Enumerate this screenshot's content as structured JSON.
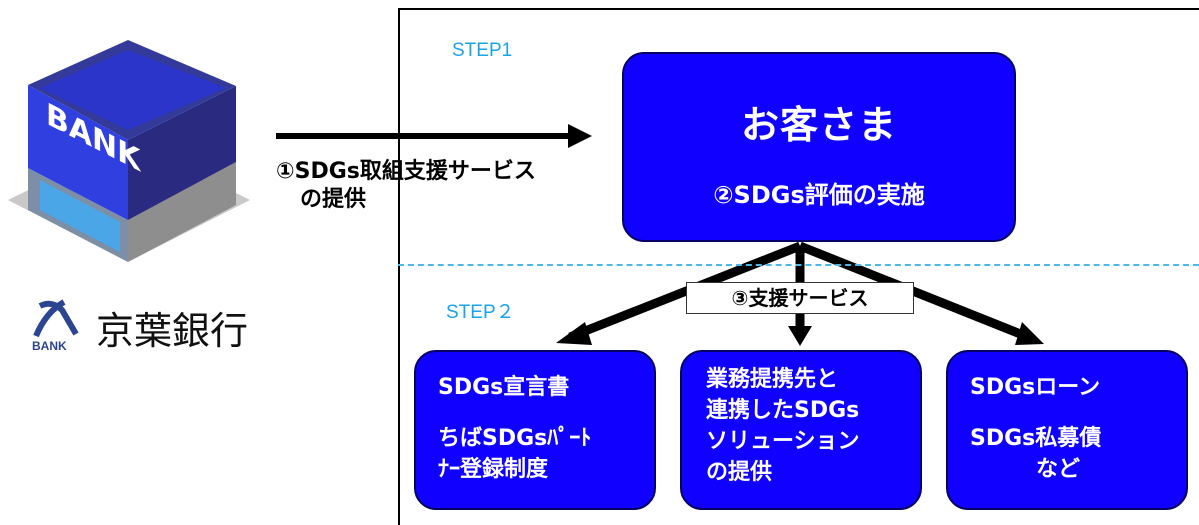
{
  "diagram": {
    "step1_label": "STEP1",
    "step2_label": "STEP２",
    "arrow_label_line1": "①SDGs取組支援サービス",
    "arrow_label_line2": "の提供",
    "customer": {
      "title": "お客さま",
      "subtitle": "②SDGs評価の実施"
    },
    "support_label": "③支援サービス",
    "services": [
      {
        "lines": [
          "SDGs宣言書",
          "",
          "ちばSDGsﾊﾟｰﾄ",
          "ﾅｰ登録制度"
        ]
      },
      {
        "lines": [
          "業務提携先と",
          "連携したSDGs",
          "ソリューション",
          "の提供"
        ]
      },
      {
        "lines": [
          "SDGsローン",
          "",
          "SDGs私募債",
          "　　　など"
        ]
      }
    ],
    "bank": {
      "sign_text": "BANK",
      "logo_text": "BANK",
      "name": "京葉銀行"
    },
    "colors": {
      "box_fill": "#0f00ff",
      "box_border": "#050062",
      "step_text": "#1aa3e6",
      "divider": "#4db8e8"
    }
  }
}
